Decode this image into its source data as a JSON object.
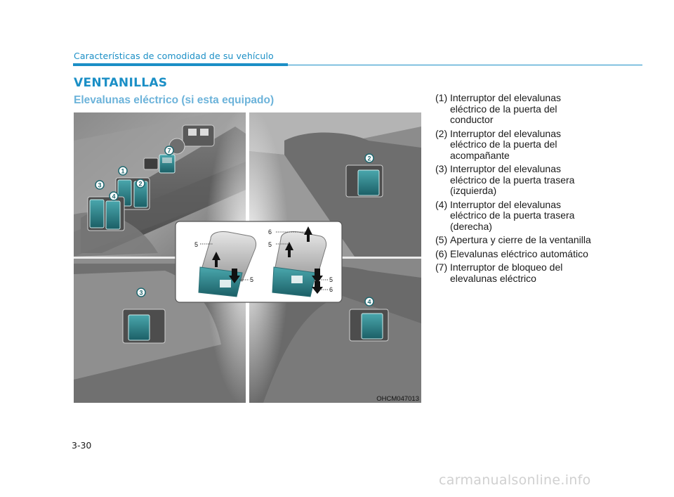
{
  "header": {
    "chapter": "Características de comodidad de su vehículo"
  },
  "section": {
    "title": "VENTANILLAS",
    "subtitle": "Elevalunas eléctrico (si esta equipado)"
  },
  "figure": {
    "code": "OHCM047013",
    "callouts": [
      "1",
      "2",
      "3",
      "4",
      "7",
      "2",
      "3",
      "4"
    ],
    "inset_labels": {
      "left_up": "5",
      "left_down": "5",
      "right_up_6": "6",
      "right_up_5": "5",
      "right_down_5": "5",
      "right_down_6": "6"
    }
  },
  "legend": [
    {
      "num": "(1)",
      "lines": [
        "Interruptor del elevalunas",
        "eléctrico de la puerta del",
        "conductor"
      ]
    },
    {
      "num": "(2)",
      "lines": [
        "Interruptor del elevalunas",
        "eléctrico de la puerta del",
        "acompañante"
      ]
    },
    {
      "num": "(3)",
      "lines": [
        "Interruptor del elevalunas",
        "eléctrico de la puerta trasera",
        "(izquierda)"
      ]
    },
    {
      "num": "(4)",
      "lines": [
        "Interruptor del elevalunas",
        "eléctrico de la puerta trasera",
        "(derecha)"
      ]
    },
    {
      "num": "(5)",
      "lines": [
        "Apertura y cierre de la ventanilla"
      ]
    },
    {
      "num": "(6)",
      "lines": [
        "Elevalunas eléctrico automático"
      ]
    },
    {
      "num": "(7)",
      "lines": [
        "Interruptor de bloqueo del",
        "elevalunas eléctrico"
      ]
    }
  ],
  "footer": {
    "page_number": "3-30",
    "watermark": "carmanualsonline.info"
  }
}
